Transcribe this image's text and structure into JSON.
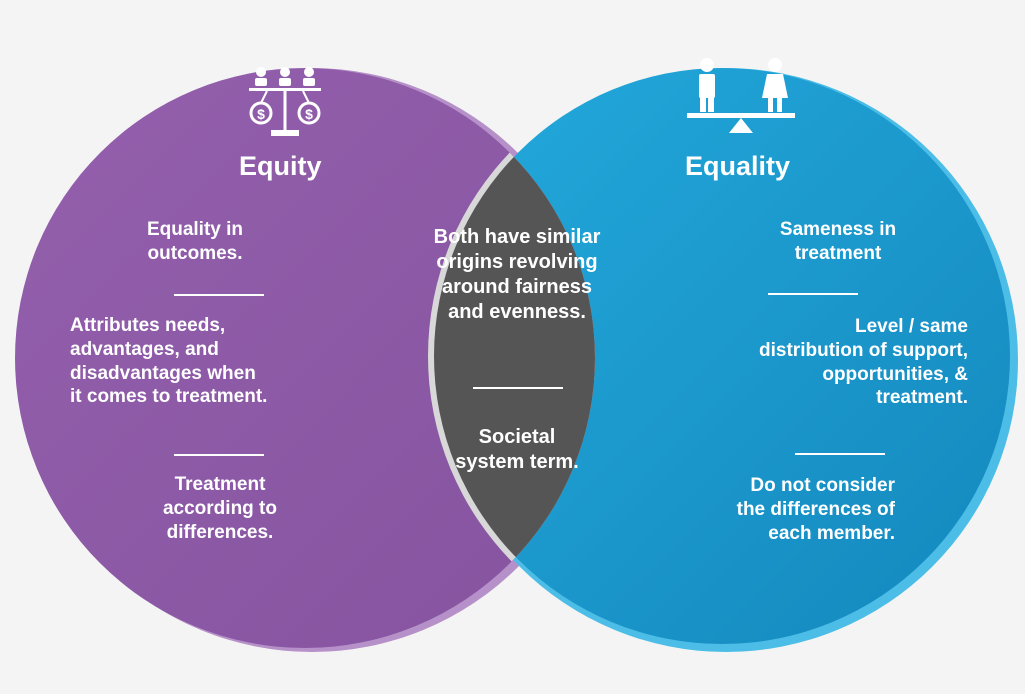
{
  "colors": {
    "equity": "#8e5aa8",
    "equality": "#1c9ccf",
    "overlap": "#555555",
    "background": "#f4f4f4",
    "text": "#ffffff"
  },
  "equity": {
    "icon": "people-money-scale-icon",
    "title": "Equity",
    "items": [
      "Equality in\noutcomes.",
      "Attributes needs,\nadvantages, and\ndisadvantages when\nit comes to treatment.",
      "Treatment\naccording to\ndifferences."
    ]
  },
  "overlap": {
    "items": [
      "Both have similar\norigins revolving\naround fairness\nand evenness.",
      "Societal\nsystem term."
    ]
  },
  "equality": {
    "icon": "man-woman-seesaw-icon",
    "title": "Equality",
    "items": [
      "Sameness in\ntreatment",
      "Level / same\ndistribution of support,\nopportunities, &\ntreatment.",
      "Do not consider\nthe differences of\neach member."
    ]
  }
}
